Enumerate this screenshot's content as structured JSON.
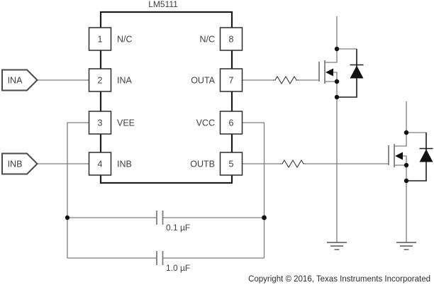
{
  "chip": {
    "name": "LM5111",
    "left_pins": [
      {
        "num": "1",
        "label": "N/C"
      },
      {
        "num": "2",
        "label": "INA"
      },
      {
        "num": "3",
        "label": "VEE"
      },
      {
        "num": "4",
        "label": "INB"
      }
    ],
    "right_pins": [
      {
        "num": "8",
        "label": "N/C"
      },
      {
        "num": "7",
        "label": "OUTA"
      },
      {
        "num": "6",
        "label": "VCC"
      },
      {
        "num": "5",
        "label": "OUTB"
      }
    ]
  },
  "input_tags": [
    {
      "label": "INA"
    },
    {
      "label": "INB"
    }
  ],
  "capacitors": [
    {
      "value": "0.1 µF"
    },
    {
      "value": "1.0 µF"
    }
  ],
  "components": {
    "resistor_a": "gate-resistor-channel-a",
    "resistor_b": "gate-resistor-channel-b",
    "mosfet_a": "nmos-transistor-a",
    "mosfet_b": "nmos-transistor-b",
    "diode_a": "antiparallel-diode-a",
    "diode_b": "antiparallel-diode-b",
    "ground_a": "ground-symbol-a",
    "ground_b": "ground-symbol-b"
  },
  "colors": {
    "wire_gray": "#7d7d7d",
    "outline_black": "#1c1c1c",
    "text_gray": "#404040",
    "background": "#ffffff"
  },
  "footer": {
    "copyright": "Copyright © 2016, Texas Instruments Incorporated"
  }
}
